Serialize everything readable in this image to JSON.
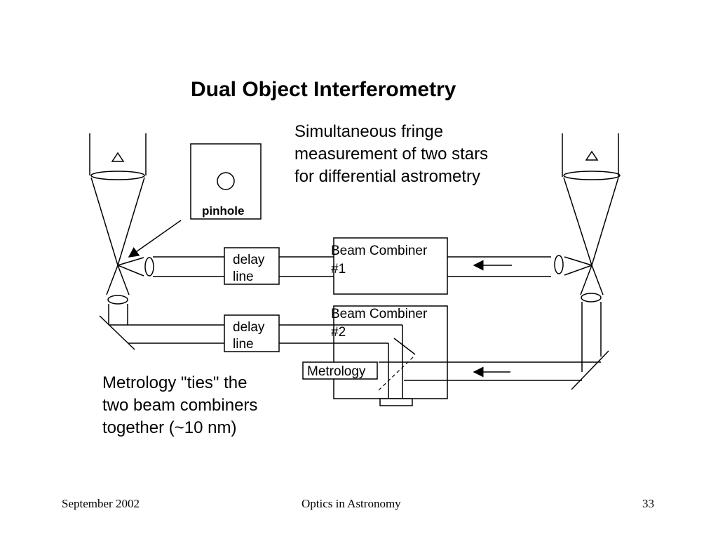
{
  "slide": {
    "title": "Dual Object Interferometry",
    "description": [
      "Simultaneous fringe",
      "measurement of two stars",
      "for differential astrometry"
    ],
    "metrology_note": [
      "Metrology \"ties\" the",
      "two beam combiners",
      "together (~10 nm)"
    ],
    "labels": {
      "pinhole": "pinhole",
      "delay_line_top": [
        "delay",
        "line"
      ],
      "delay_line_bottom": [
        "delay",
        "line"
      ],
      "beam_combiner_1": [
        "Beam Combiner",
        "#1"
      ],
      "beam_combiner_2": [
        "Beam Combiner",
        "#2"
      ],
      "metrology": "Metrology"
    }
  },
  "footer": {
    "date": "September 2002",
    "course": "Optics in Astronomy",
    "page": "33"
  }
}
